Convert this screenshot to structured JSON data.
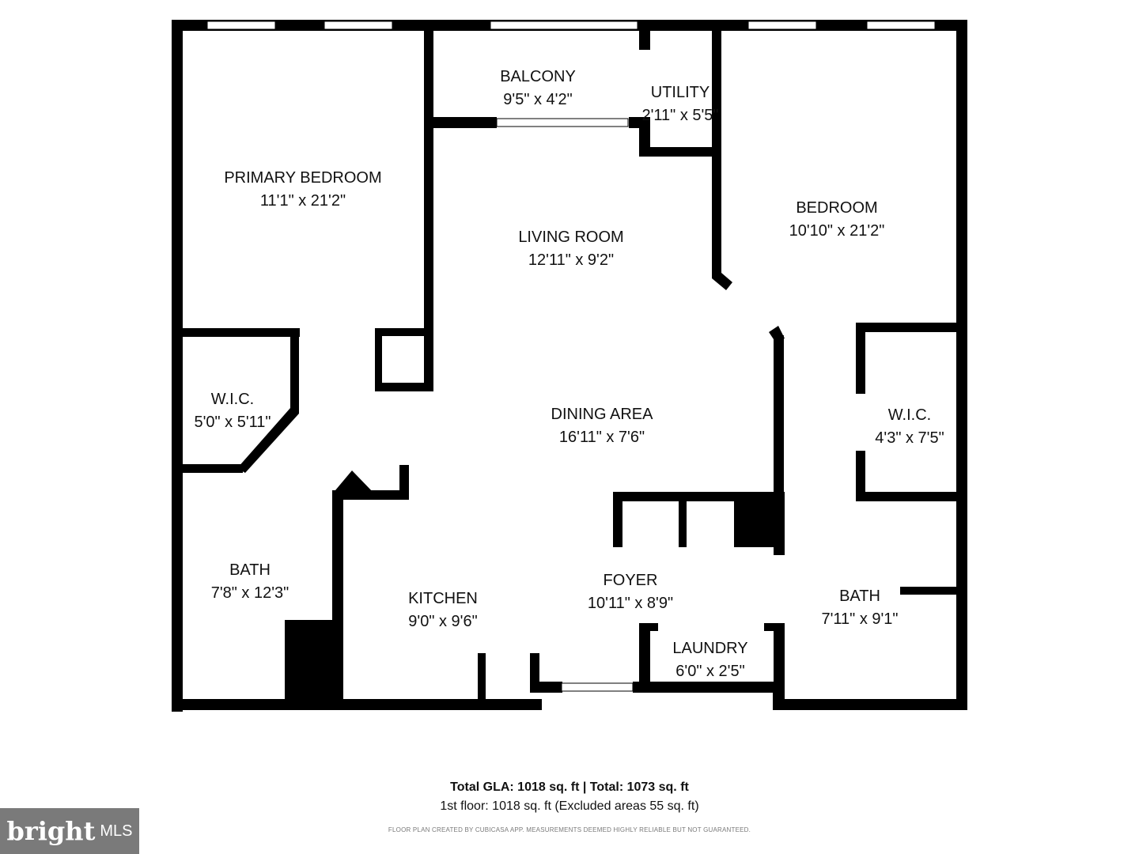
{
  "rooms": {
    "balcony": {
      "name": "BALCONY",
      "dims": "9'5\" x 4'2\""
    },
    "utility": {
      "name": "UTILITY",
      "dims": "2'11\" x 5'5\""
    },
    "primary_bedroom": {
      "name": "PRIMARY BEDROOM",
      "dims": "11'1\" x 21'2\""
    },
    "living_room": {
      "name": "LIVING ROOM",
      "dims": "12'11\" x 9'2\""
    },
    "bedroom": {
      "name": "BEDROOM",
      "dims": "10'10\" x 21'2\""
    },
    "wic_left": {
      "name": "W.I.C.",
      "dims": "5'0\" x 5'11\""
    },
    "dining_area": {
      "name": "DINING AREA",
      "dims": "16'11\" x 7'6\""
    },
    "wic_right": {
      "name": "W.I.C.",
      "dims": "4'3\" x 7'5\""
    },
    "bath_left": {
      "name": "BATH",
      "dims": "7'8\" x 12'3\""
    },
    "kitchen": {
      "name": "KITCHEN",
      "dims": "9'0\" x 9'6\""
    },
    "foyer": {
      "name": "FOYER",
      "dims": "10'11\" x 8'9\""
    },
    "bath_right": {
      "name": "BATH",
      "dims": "7'11\" x 9'1\""
    },
    "laundry": {
      "name": "LAUNDRY",
      "dims": "6'0\" x 2'5\""
    }
  },
  "footer": {
    "totals": "Total GLA: 1018 sq. ft | Total: 1073 sq. ft",
    "floor": "1st floor: 1018 sq. ft (Excluded areas 55 sq. ft)",
    "disclaimer": "FLOOR PLAN CREATED BY CUBICASA APP. MEASUREMENTS DEEMED HIGHLY RELIABLE BUT NOT GUARANTEED."
  },
  "logo": {
    "text": "brightMLS"
  },
  "colors": {
    "wall": "#000000",
    "window": "#ffffff",
    "badge": "#7a7a7a"
  }
}
